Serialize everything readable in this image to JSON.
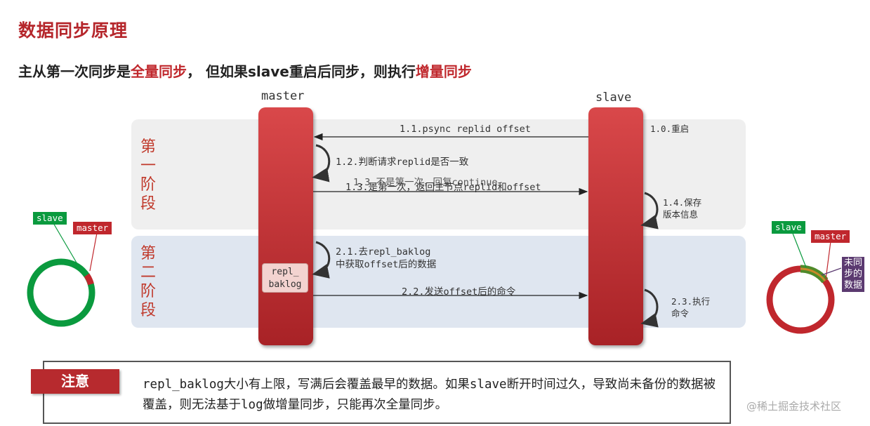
{
  "title": "数据同步原理",
  "subtitle": {
    "part1": "主从第一次同步是",
    "highlight1": "全量同步",
    "part2": "，  但如果slave重启后同步，则执行",
    "highlight2": "增量同步"
  },
  "columns": {
    "master": "master",
    "slave": "slave"
  },
  "phase1": {
    "label": [
      "第",
      "一",
      "阶",
      "段"
    ]
  },
  "phase2": {
    "label": [
      "第",
      "二",
      "阶",
      "段"
    ]
  },
  "messages": {
    "m1_0": "1.0.重启",
    "m1_1": "1.1.psync replid offset",
    "m1_2": "1.2.判断请求replid是否一致",
    "m1_3a": "1.3.不是第一次，回复continue",
    "m1_3b": "1.3.是第一次，返回主节点replid和offset",
    "m1_4a": "1.4.保存",
    "m1_4b": "版本信息",
    "m2_1a": "2.1.去repl_baklog",
    "m2_1b": "中获取offset后的数据",
    "m2_2": "2.2.发送offset后的命令",
    "m2_3a": "2.3.执行",
    "m2_3b": "命令"
  },
  "repl_box": {
    "line1": "repl_",
    "line2": "baklog"
  },
  "left_ring": {
    "slave_tag": "slave",
    "master_tag": "master"
  },
  "right_ring": {
    "slave_tag": "slave",
    "master_tag": "master",
    "unsynced_label": "未同步的数据"
  },
  "note": {
    "tag": "注意",
    "text": "repl_baklog大小有上限，写满后会覆盖最早的数据。如果slave断开时间过久，导致尚未备份的数据被覆盖，则无法基于log做增量同步，只能再次全量同步。"
  },
  "watermark": "@稀土掘金技术社区",
  "colors": {
    "accent_red": "#c0282d",
    "green": "#0a9a3e",
    "purple": "#5b3a70"
  }
}
